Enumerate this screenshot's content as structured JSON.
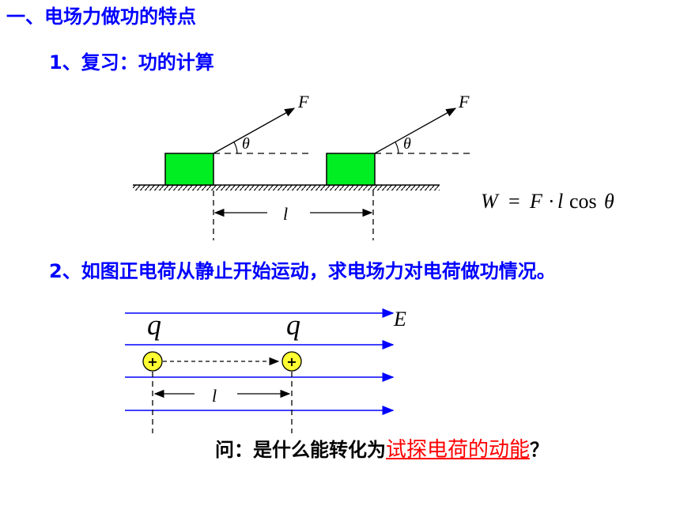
{
  "heading": "一、电场力做功的特点",
  "sub1": "1、复习：功的计算",
  "sub2": "2、如图正电荷从静止开始运动，求电场力对电荷做功情况。",
  "fig1": {
    "force_label": "F",
    "angle_label": "θ",
    "disp_label": "l",
    "block_color": "#00ee22"
  },
  "formula": {
    "lhs": "W",
    "eq": "=",
    "f": "F",
    "dot": "·",
    "l": "l",
    "cos": "cos",
    "theta": "θ"
  },
  "fig2": {
    "field_label": "E",
    "charge_label": "q",
    "plus": "+",
    "disp_label": "l",
    "line_color": "#0000ff",
    "charge_color": "#ffff33"
  },
  "question": {
    "prefix": "问：是什么能转化为",
    "highlight": "试探电荷的动能",
    "suffix": "？"
  }
}
